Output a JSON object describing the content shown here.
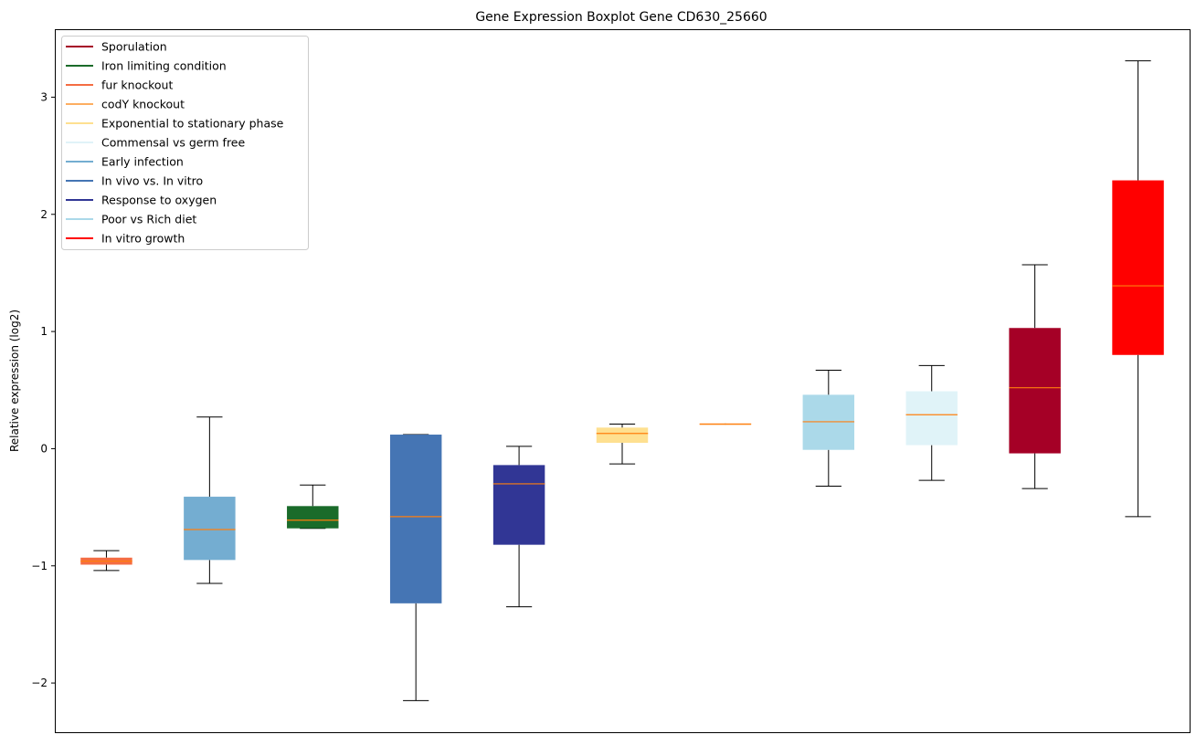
{
  "chart_data": {
    "type": "boxplot",
    "title": "Gene Expression Boxplot Gene CD630_25660",
    "xlabel": "",
    "ylabel": "Relative expression (log2)",
    "ylim": [
      -2.42,
      3.58
    ],
    "yticks": [
      -2,
      -1,
      0,
      1,
      2,
      3
    ],
    "ytick_labels": [
      "−2",
      "−1",
      "0",
      "1",
      "2",
      "3"
    ],
    "grid": false,
    "legend_placement": "upper-left",
    "median_color": "#ff7f0e",
    "legend": [
      {
        "label": "Sporulation",
        "color": "#a50026"
      },
      {
        "label": "Iron limiting condition",
        "color": "#1a6b2a"
      },
      {
        "label": "fur knockout",
        "color": "#f46d43"
      },
      {
        "label": "codY knockout",
        "color": "#fdae61"
      },
      {
        "label": "Exponential to stationary phase",
        "color": "#fee090"
      },
      {
        "label": "Commensal vs germ free",
        "color": "#e0f3f8"
      },
      {
        "label": "Early infection",
        "color": "#74add1"
      },
      {
        "label": "In vivo vs. In vitro",
        "color": "#4575b4"
      },
      {
        "label": "Response to oxygen",
        "color": "#313695"
      },
      {
        "label": "Poor vs Rich diet",
        "color": "#abd9e9"
      },
      {
        "label": "In vitro growth",
        "color": "#ff0000"
      }
    ],
    "boxes": [
      {
        "group": "fur knockout",
        "color": "#f46d43",
        "whislo": -1.04,
        "q1": -0.99,
        "med": -0.96,
        "q3": -0.93,
        "whishi": -0.87
      },
      {
        "group": "Early infection",
        "color": "#74add1",
        "whislo": -1.15,
        "q1": -0.95,
        "med": -0.69,
        "q3": -0.41,
        "whishi": 0.27
      },
      {
        "group": "Iron limiting condition",
        "color": "#1a6b2a",
        "whislo": -0.68,
        "q1": -0.68,
        "med": -0.61,
        "q3": -0.49,
        "whishi": -0.31
      },
      {
        "group": "In vivo vs. In vitro",
        "color": "#4575b4",
        "whislo": -2.15,
        "q1": -1.32,
        "med": -0.58,
        "q3": 0.12,
        "whishi": 0.12
      },
      {
        "group": "Response to oxygen",
        "color": "#313695",
        "whislo": -1.35,
        "q1": -0.82,
        "med": -0.3,
        "q3": -0.14,
        "whishi": 0.02
      },
      {
        "group": "Exponential to stationary phase",
        "color": "#fee090",
        "whislo": -0.13,
        "q1": 0.05,
        "med": 0.13,
        "q3": 0.18,
        "whishi": 0.21
      },
      {
        "group": "codY knockout",
        "color": "#fdae61",
        "whislo": 0.21,
        "q1": 0.205,
        "med": 0.21,
        "q3": 0.215,
        "whishi": 0.21
      },
      {
        "group": "Poor vs Rich diet",
        "color": "#abd9e9",
        "whislo": -0.32,
        "q1": -0.01,
        "med": 0.23,
        "q3": 0.46,
        "whishi": 0.67
      },
      {
        "group": "Commensal vs germ free",
        "color": "#e0f3f8",
        "whislo": -0.27,
        "q1": 0.03,
        "med": 0.29,
        "q3": 0.49,
        "whishi": 0.71
      },
      {
        "group": "Sporulation",
        "color": "#a50026",
        "whislo": -0.34,
        "q1": -0.04,
        "med": 0.52,
        "q3": 1.03,
        "whishi": 1.57
      },
      {
        "group": "In vitro growth",
        "color": "#ff0000",
        "whislo": -0.58,
        "q1": 0.8,
        "med": 1.39,
        "q3": 2.29,
        "whishi": 3.31
      }
    ]
  }
}
